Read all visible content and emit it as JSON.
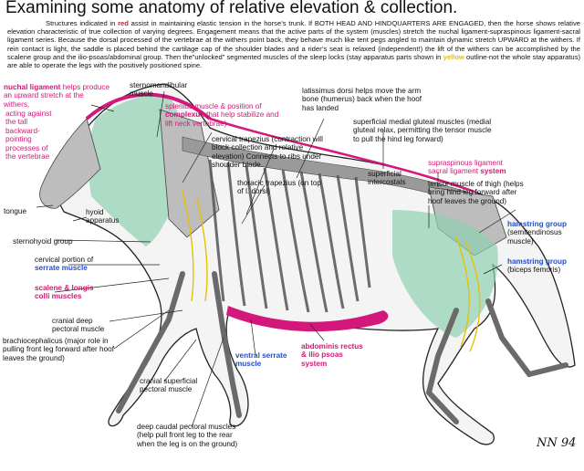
{
  "title": "Examining some anatomy of relative elevation & collection.",
  "intro": {
    "p1": "Structures indicated in",
    "red_word": "red",
    "p2": "assist in maintaining elastic tension in the horse’s trunk. If BOTH HEAD AND HINDQUARTERS ARE ENGAGED, then the horse shows relative elevation characteristic of true collection of varying degrees. Engagement means that the active parts of the system (muscles) stretch the nuchal ligament-supraspinous ligament-sacral ligament series. Because the dorsal processed of the vertebrae at the withers point back, they behave much like tent pegs angled to maintain dynamic stretch UPWARD at the withers. If rein contact is light, the saddle is placed behind the cartilage cap of the shoulder blades and a rider’s seat is relaxed (independent!) the lift of the withers can be accomplished by the scalene group and the ilio-psoas/abdominal group. Then the”unlocked” segmented muscles of the sleep locks (stay apparatus parts shown in",
    "yellow_word": "yellow",
    "p3": "outline-not the whole stay apparatus) are able to operate the legs with the positively positioned spine."
  },
  "colors": {
    "red": "#d11a2a",
    "magenta": "#d4177a",
    "blue": "#1f4fd0",
    "yellow": "#e6c200",
    "green_muscle": "#8fd0b0",
    "bone": "#bdbdbd"
  },
  "labels": {
    "nuchal_a": "nuchal ligament",
    "nuchal_b": "helps produce an upward stretch at the withers,",
    "nuchal_c": "acting against the tall backward-pointing processes of the vertebrae",
    "sternomandibular": "sternomandibular muscle",
    "splenius_a": "splenius muscle & position of",
    "splenius_b": "complexus",
    "splenius_c": "that help stabilize and lift neck vertebrae)",
    "latissimus": "latissimus dorsi helps move the arm bone (humerus) back when the hoof has landed",
    "cervical_trap": "cervical trapezius (contraction will block collection and relative elevation) Connects to ribs under shoulder blade.",
    "thoracic_trap": "thoracic trapezius (on top of l. dorsi)",
    "sup_gluteal": "superficial medial gluteal muscles (medial gluteal relax, permitting the tensor muscle to pull the hind leg forward)",
    "sup_intercostals": "superficial intercostals",
    "supraspinous_a": "supraspinous ligament",
    "supraspinous_b": "sacral ligament",
    "supraspinous_c": "system",
    "tensor": "tensor muscle of thigh (helps bring hind leg forward after hoof leaves the ground)",
    "tongue": "tongue",
    "hyoid": "hyoid apparatus",
    "sternohyoid": "sternohyoid group",
    "serrate_a": "cervical portion of",
    "serrate_b": "serrate muscle",
    "scalene": "scalene & longis colli muscles",
    "hamstring1_a": "hamstring group",
    "hamstring1_b": "(semitendinosus muscle)",
    "hamstring2_a": "hamstring group",
    "hamstring2_b": "(biceps femoris)",
    "cranial_deep": "cranial deep pectoral muscle",
    "brachio": "brachiocephalicus (major role in pulling front leg forward after hoof leaves the ground)",
    "ventral_serrate": "ventral serrate muscle",
    "abdominis": "abdominis rectus & ilio psoas system",
    "cranial_sup": "cranial superficial pectoral muscle",
    "deep_caudal": "deep caudal pectoral muscles (help pull front leg to the rear when the leg is on the ground)",
    "signature": "NN 94"
  }
}
